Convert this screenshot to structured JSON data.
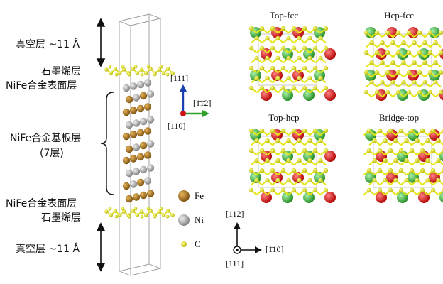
{
  "left_labels": {
    "vacuum_top": "真空层 ~11 Å",
    "graphene_top": "石墨烯层",
    "surface_top": "NiFe合金表面层",
    "substrate": "NiFe合金基板层",
    "substrate_sub": "(7层)",
    "surface_bottom": "NiFe合金表面层",
    "graphene_bottom": "石墨烯层",
    "vacuum_bottom": "真空层 ~11 Å"
  },
  "axes_main": {
    "up": "[111]",
    "right": "[1̄1̄2]",
    "out": "[1̄10]"
  },
  "legend": [
    {
      "label": "Fe",
      "color": "#b07a1e"
    },
    {
      "label": "Ni",
      "color": "#a9a9a9"
    },
    {
      "label": "C",
      "color": "#e6e619"
    }
  ],
  "panels": [
    {
      "title": "Top-fcc"
    },
    {
      "title": "Hcp-fcc"
    },
    {
      "title": "Top-hcp"
    },
    {
      "title": "Bridge-top"
    }
  ],
  "axes_bottom": {
    "up": "[1̄1̄2]",
    "right": "[1̄10]",
    "out": "[111]"
  },
  "colors": {
    "fe": "#b07a1e",
    "ni": "#b0b0b0",
    "c": "#e8e81a",
    "red": "#e01818",
    "green": "#3fb83f"
  }
}
